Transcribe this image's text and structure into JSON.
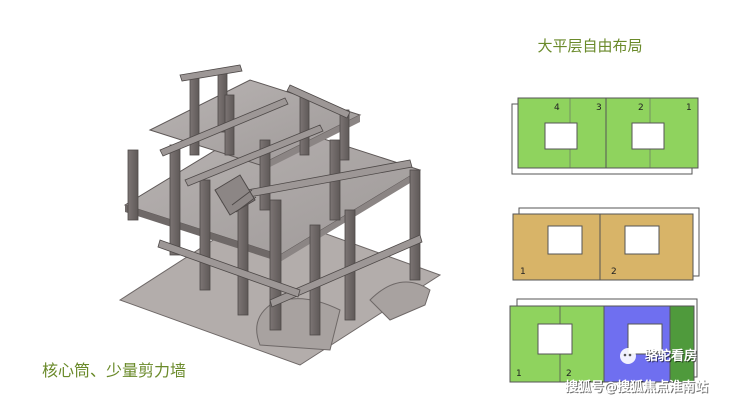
{
  "title": "大平层自由布局",
  "caption": "核心筒、少量剪力墙",
  "watermark": {
    "brand": "骆驼看房",
    "line": "搜狐号@搜狐焦点淮南站"
  },
  "plans": [
    {
      "labels": [
        "4",
        "3",
        "2",
        "1"
      ],
      "color": "#8fd35e"
    },
    {
      "labels": [
        "1",
        "2"
      ],
      "color": "#d8b468"
    },
    {
      "labels": [
        "1",
        "2"
      ],
      "colors": [
        "#8fd35e",
        "#6f6ff0",
        "#4f9a3c"
      ]
    }
  ],
  "icons": {
    "wechat": "wechat-icon"
  }
}
